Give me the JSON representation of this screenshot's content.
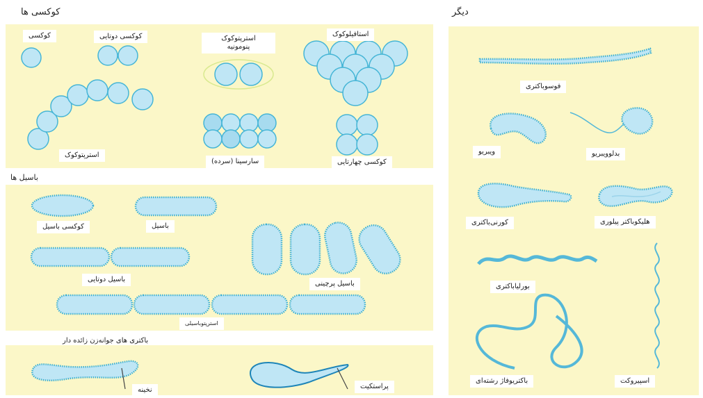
{
  "sections": {
    "cocci_title": "کوکسی ها",
    "bacilli_title": "باسیل ها",
    "other_title": "دیگر",
    "appendage_title": "باکتری های جوانه‌زن زائده دار"
  },
  "cocci": {
    "coccus": "کوکسی",
    "diplococcus": "کوکسی دوتایی",
    "strep_pneumo": "استرپتوکوک\nپنومونیه",
    "staphylococcus": "استافیلوکوک",
    "streptococcus": "استرپتوکوک",
    "sarcina": "سارسینا (سرده)",
    "tetrad": "کوکسی چهارتایی"
  },
  "bacilli": {
    "coccobacillus": "کوکسی باسیل",
    "bacillus": "باسیل",
    "diplobacillus": "باسیل دوتایی",
    "palisade": "باسیل پرچینی",
    "streptobacillus": "استرپتوباسیلی"
  },
  "appendaged": {
    "hypha": "نخینه",
    "prostheca": "پراستکیت"
  },
  "other": {
    "fusobacterium": "فوسوباکتری",
    "vibrio": "ویبریو",
    "bdellovibrio": "بدلوویبریو",
    "corynebacterium": "کورنی‌باکتری",
    "helicobacter": "هلیکوباکتر پیلوری",
    "borrelia": "بورلیاباکتری",
    "filamentous": "باکتریوفاژ رشته‌ای",
    "spirochete": "اسپیروکت"
  },
  "colors": {
    "panel": "#fbf7c8",
    "cell_fill": "#bfe6f5",
    "cell_stroke": "#45b5d6"
  }
}
